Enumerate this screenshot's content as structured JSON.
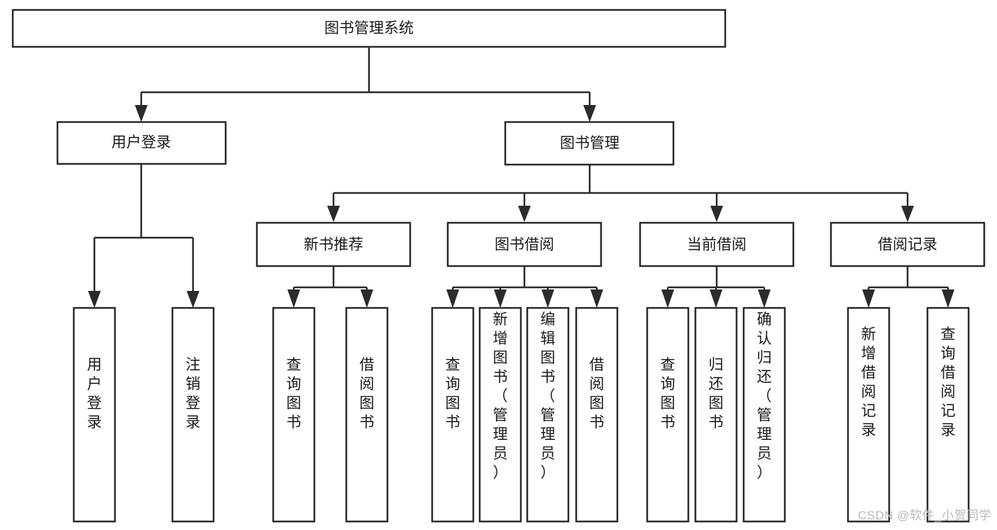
{
  "diagram": {
    "title": "图书管理系统",
    "type": "hierarchy-tree",
    "watermark": "CSDN @软件_小贺同学",
    "colors": {
      "box_stroke": "#2b2b2b",
      "box_fill": "#ffffff",
      "connector": "#2b2b2b",
      "text": "#1a1a1a",
      "watermark": "#b8b8b8",
      "background": "#ffffff"
    },
    "levels": {
      "root": {
        "label": "图书管理系统"
      },
      "level2": [
        {
          "id": "user-login",
          "label": "用户登录"
        },
        {
          "id": "book-manage",
          "label": "图书管理"
        }
      ],
      "level3": [
        {
          "id": "new-book-recommend",
          "label": "新书推荐",
          "parent": "book-manage"
        },
        {
          "id": "book-borrow",
          "label": "图书借阅",
          "parent": "book-manage"
        },
        {
          "id": "current-borrow",
          "label": "当前借阅",
          "parent": "book-manage"
        },
        {
          "id": "borrow-record",
          "label": "借阅记录",
          "parent": "book-manage"
        }
      ],
      "leaves": {
        "user-login": [
          {
            "id": "leaf-user-login",
            "label": "用户登录"
          },
          {
            "id": "leaf-logout",
            "label": "注销登录"
          }
        ],
        "new-book-recommend": [
          {
            "id": "leaf-query-book-1",
            "label": "查询图书"
          },
          {
            "id": "leaf-borrow-book-1",
            "label": "借阅图书"
          }
        ],
        "book-borrow": [
          {
            "id": "leaf-query-book-2",
            "label": "查询图书"
          },
          {
            "id": "leaf-add-book",
            "label": "新增图书（管理员）"
          },
          {
            "id": "leaf-edit-book",
            "label": "编辑图书（管理员）"
          },
          {
            "id": "leaf-borrow-book-2",
            "label": "借阅图书"
          }
        ],
        "current-borrow": [
          {
            "id": "leaf-query-book-3",
            "label": "查询图书"
          },
          {
            "id": "leaf-return-book",
            "label": "归还图书"
          },
          {
            "id": "leaf-confirm-return",
            "label": "确认归还（管理员）"
          }
        ],
        "borrow-record": [
          {
            "id": "leaf-add-record",
            "label": "新增借阅记录"
          },
          {
            "id": "leaf-query-record",
            "label": "查询借阅记录"
          }
        ]
      }
    }
  }
}
